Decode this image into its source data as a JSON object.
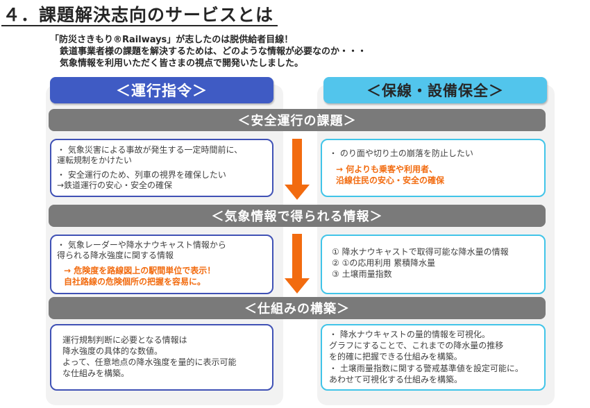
{
  "header": {
    "title": "４．課題解決志向のサービスとは",
    "intro": [
      "「防災さきもり®Railways」が志したのは脱供給者目線！",
      "鉄道事業者様の課題を解決するためは、どのような情報が必要なのか・・・",
      "気象情報を利用いただく皆さまの視点で開発いたしました。"
    ]
  },
  "columns": {
    "left": "＜運行指令＞",
    "right": "＜保線・設備保全＞"
  },
  "sections": {
    "issues": "＜安全運行の課題＞",
    "info": "＜気象情報で得られる情報＞",
    "mechanism": "＜仕組みの構築＞"
  },
  "cards": {
    "issues_left": [
      "・ 気象災害による事故が発生する一定時間前に、",
      "   運転規制をかけたい",
      "・ 安全運行のため、列車の視界を確保したい",
      "   →鉄道運行の安心・安全の確保"
    ],
    "issues_right": {
      "bullet": "・ のり面や切り土の崩落を防止したい",
      "highlight": [
        "→  何よりも乗客や利用者、",
        "     沿線住民の安心・安全の確保"
      ]
    },
    "info_left": {
      "lines": [
        "・ 気象レーダーや降水ナウキャスト情報から",
        "   得られる降水強度に関する情報"
      ],
      "highlight": [
        "→  危険度を路線図上の駅間単位で表示！",
        "     自社路線の危険個所の把握を容易に。"
      ]
    },
    "info_right": [
      "①   降水ナウキャストで取得可能な降水量の情報",
      "②   ①の応用利用    累積降水量",
      "③   土壌雨量指数"
    ],
    "mechanism_left": [
      "運行規制判断に必要となる情報は",
      "降水強度の具体的な数値。",
      "よって、任意地点の降水強度を量的に表示可能",
      "な仕組みを構築。"
    ],
    "mechanism_right": [
      "・ 降水ナウキャストの量的情報を可視化。",
      "   グラフにすることで、これまでの降水量の推移",
      "   を的確に把握できる仕組みを構築。",
      "・ 土壌雨量指数に関する警戒基準値を設定可能に。",
      "   あわせて可視化する仕組みを構築。"
    ]
  },
  "colors": {
    "left_accent": "#3f5bc4",
    "right_accent": "#52c5ec",
    "section_band": "#7a7a7a",
    "arrow": "#f26b0f",
    "highlight_text": "#f26b0f"
  }
}
